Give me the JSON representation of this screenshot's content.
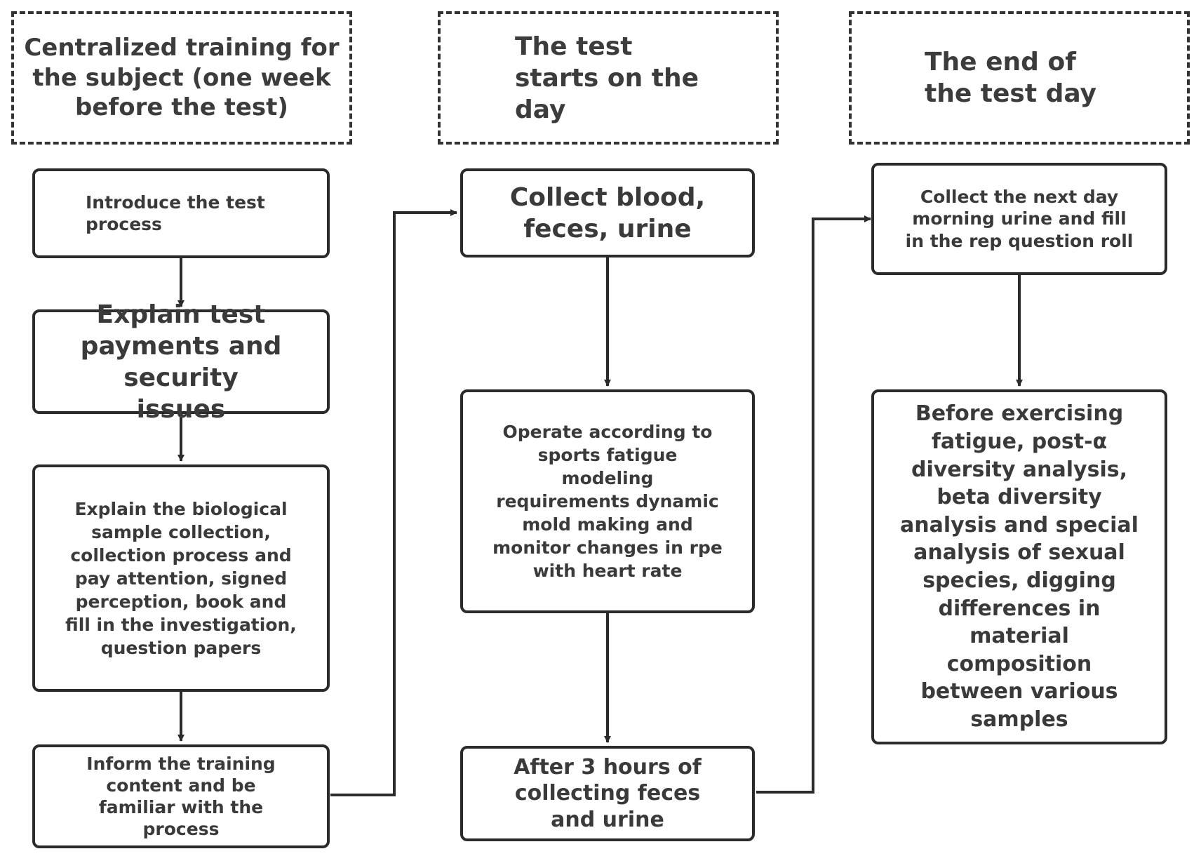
{
  "phases": {
    "before": "Centralized training for the subject (one week before the test)",
    "start": "The test starts on the day",
    "end": "The end of the test day"
  },
  "steps": {
    "introduce": "Introduce the test process",
    "explain_payments": "Explain test payments and security issues",
    "explain_sample": "Explain the biological sample collection, collection process and pay attention, signed perception, book and fill in the investigation, question papers",
    "inform_training": "Inform the training content and be familiar with the process",
    "collect_blood": "Collect blood, feces, urine",
    "operate_fatigue": "Operate according to sports fatigue modeling requirements dynamic mold making and monitor changes in rpe with heart rate",
    "after_3_hours": "After 3 hours of collecting feces and urine",
    "collect_next_day": "Collect the next day morning urine and fill in the rep question roll",
    "before_exercising": "Before exercising fatigue, post-α diversity analysis, beta diversity analysis and special analysis of sexual species, digging differences in material composition between various samples"
  }
}
